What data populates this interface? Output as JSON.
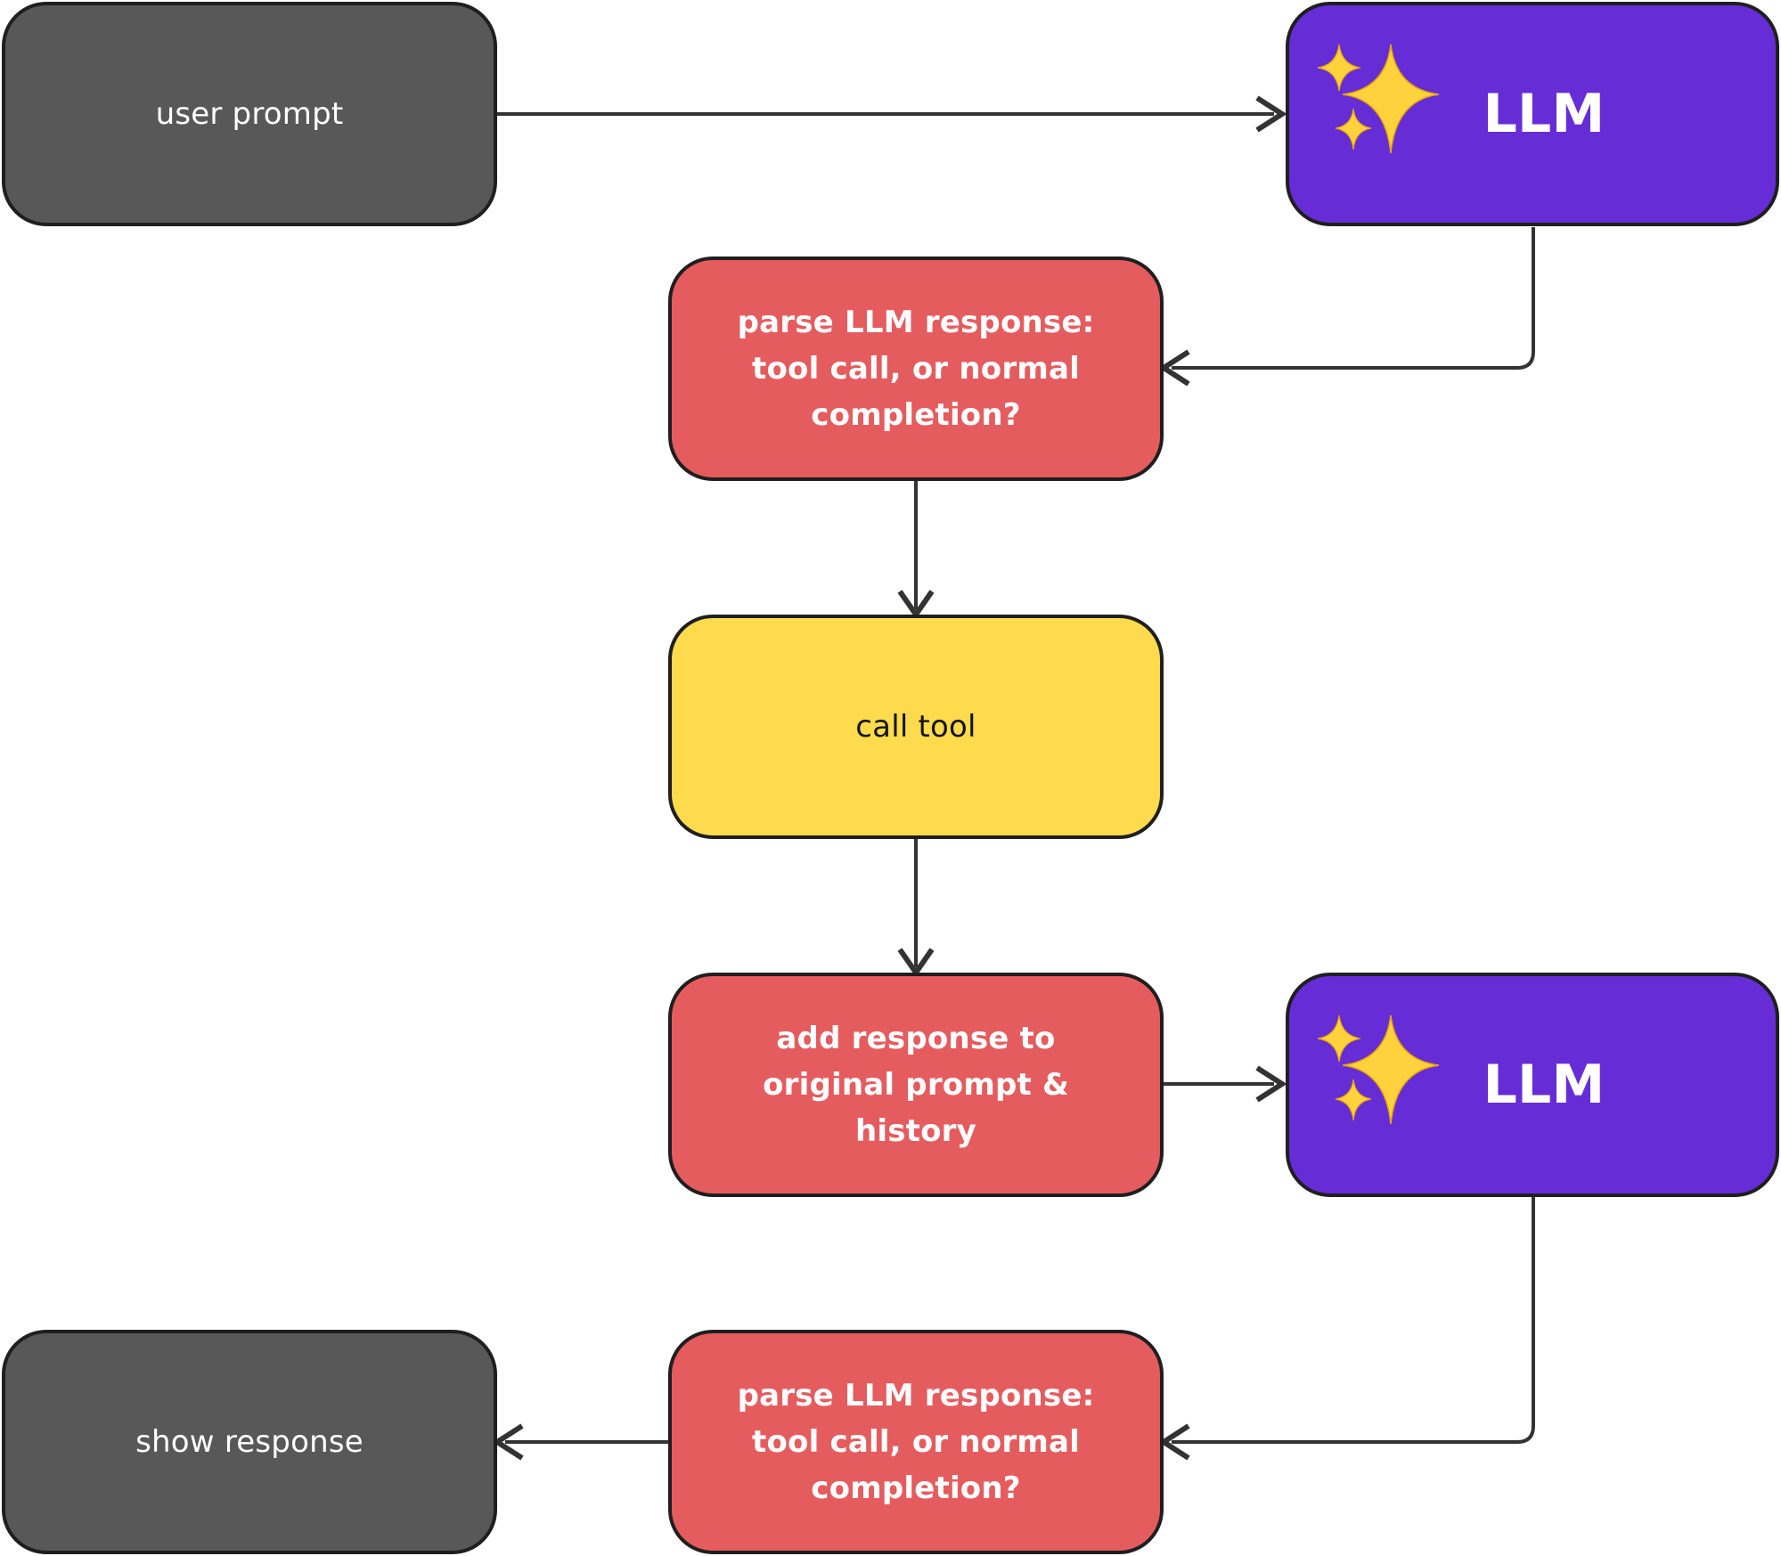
{
  "diagram": {
    "nodes": {
      "user_prompt": "user prompt",
      "llm_1": "LLM",
      "parse_1": "parse LLM response: tool call, or normal completion?",
      "call_tool": "call tool",
      "add_response": "add response to original prompt & history",
      "llm_2": "LLM",
      "parse_2": "parse LLM response: tool call, or normal completion?",
      "show_response": "show response"
    },
    "colors": {
      "gray": "#585858",
      "purple": "#662dd6",
      "red": "#e55c5f",
      "yellow": "#fddb4c",
      "sparkle": "#fdd23d",
      "arrow": "#333333"
    },
    "icons": {
      "llm": "sparkles-icon"
    },
    "edges": [
      {
        "from": "user_prompt",
        "to": "llm_1"
      },
      {
        "from": "llm_1",
        "to": "parse_1"
      },
      {
        "from": "parse_1",
        "to": "call_tool"
      },
      {
        "from": "call_tool",
        "to": "add_response"
      },
      {
        "from": "add_response",
        "to": "llm_2"
      },
      {
        "from": "llm_2",
        "to": "parse_2"
      },
      {
        "from": "parse_2",
        "to": "show_response"
      }
    ]
  }
}
